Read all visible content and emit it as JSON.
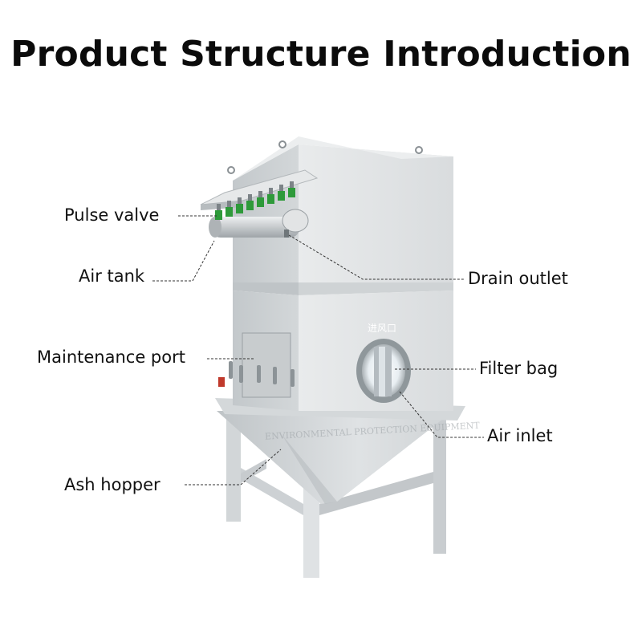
{
  "title": "Product Structure Introduction",
  "labels": {
    "pulse_valve": "Pulse valve",
    "air_tank": "Air tank",
    "maintenance_port": "Maintenance port",
    "ash_hopper": "Ash hopper",
    "drain_outlet": "Drain outlet",
    "filter_bag": "Filter bag",
    "air_inlet": "Air inlet"
  },
  "inlet_marking": "进风口",
  "watermark": "ENVIRONMENTAL PROTECTION EQUIPMENT",
  "colors": {
    "machine_body": "#dfe2e4",
    "machine_shadow": "#c7cbce",
    "valve_green": "#2e9a3a",
    "leader_line": "#333333",
    "title": "#0b0b0b"
  }
}
